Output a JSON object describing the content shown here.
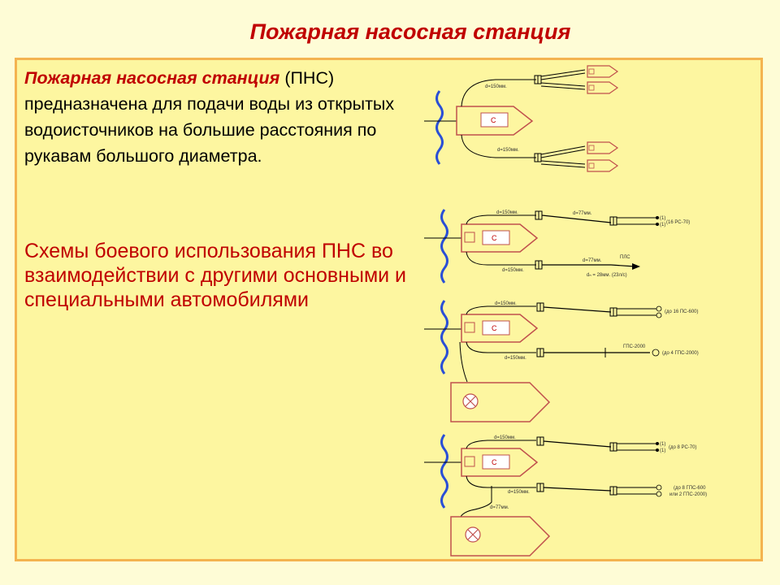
{
  "slide": {
    "title": "Пожарная насосная станция",
    "intro_lead": "Пожарная насосная станция",
    "intro_rest": " (ПНС) предназначена для подачи воды из открытых водоисточников на большие расстояния  по  рукавам большого диаметра.",
    "subhead": "Схемы боевого использования ПНС во взаимодействии с другими основными и специальными автомобилями"
  },
  "diagrams": {
    "vehicle_label": "С",
    "d1": {
      "top_hose": "d=150мм.",
      "bottom_hose": "d=150мм."
    },
    "d2": {
      "top_hose": "d=150мм.",
      "bottom_hose": "d=150мм.",
      "branch_hose_top": "d=77мм.",
      "branch_hose_bottom": "d=77мм.",
      "nozzle_a": "(1)",
      "nozzle_b": "(1)",
      "top_result": "(16 РС-70)",
      "pls": "ПЛС",
      "bottom_result": "dₙ = 28мм. (23л/с)"
    },
    "d3": {
      "top_hose": "d=150мм.",
      "bottom_hose": "d=150мм.",
      "top_result": "(до 16 ПС-600)",
      "gps_label": "ГПС-2000",
      "bottom_result": "(до 4 ГПС-2000)"
    },
    "d4": {
      "top_hose": "d=150мм.",
      "bottom_hose": "d=150мм.",
      "aux_hose": "d=77мм.",
      "nozzle_a": "(1)",
      "nozzle_b": "(1)",
      "top_result": "(до 8 РС-70)",
      "bottom_result_1": "(до 8 ГПС-600",
      "bottom_result_2": "или 2 ГПС-2000)"
    }
  },
  "colors": {
    "title": "#c00000",
    "panel_border": "#f4b350",
    "panel_fill": "#fdf6a0",
    "water": "#2a4fd6",
    "vehicle": "#c0504d"
  }
}
